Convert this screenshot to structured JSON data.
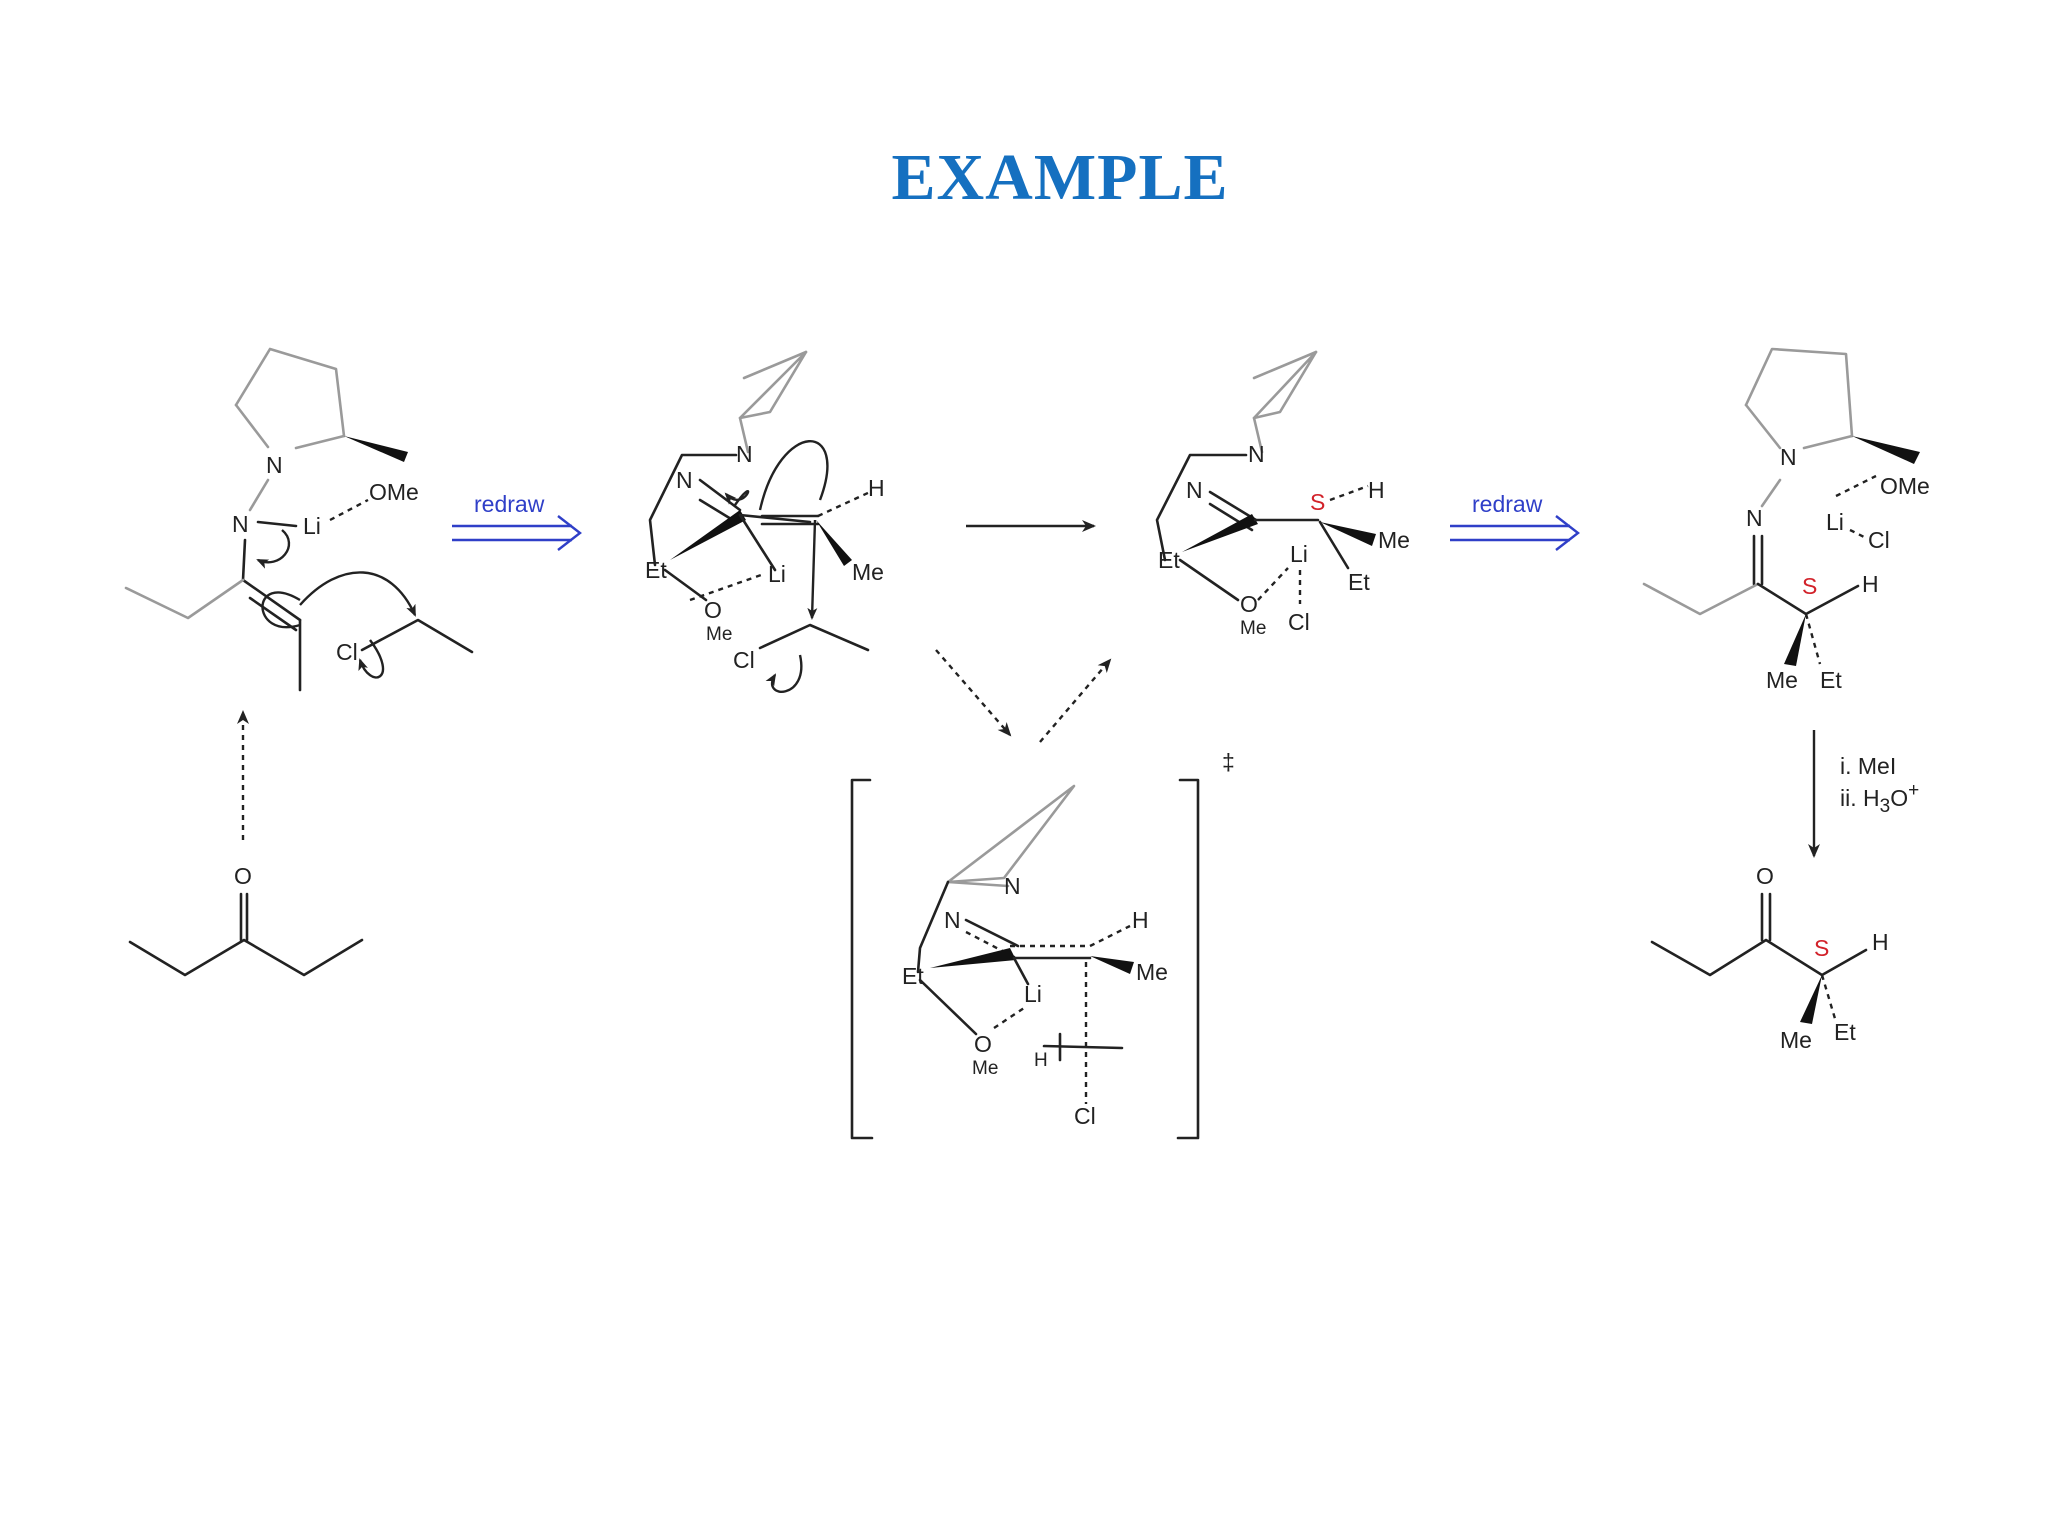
{
  "title": "EXAMPLE",
  "arrows": {
    "redraw_1": "redraw",
    "redraw_2": "redraw"
  },
  "conditions": {
    "step1": "i. MeI",
    "step2_prefix": "ii. H",
    "step2_sub": "3",
    "step2_mid": "O",
    "step2_sup": "+"
  },
  "ts_symbol": "‡",
  "atoms": {
    "N": "N",
    "Li": "Li",
    "OMe": "OMe",
    "Cl": "Cl",
    "O": "O",
    "Et": "Et",
    "Me": "Me",
    "H": "H",
    "S": "S"
  }
}
